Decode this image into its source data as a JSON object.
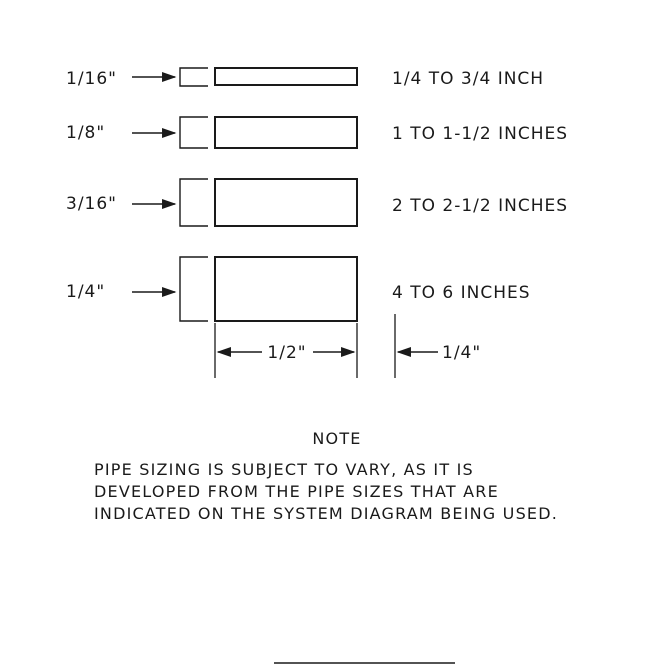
{
  "rows": [
    {
      "thickness": "1/16\"",
      "pipe_range": "1/4 TO 3/4 INCH"
    },
    {
      "thickness": "1/8\"",
      "pipe_range": "1 TO 1-1/2 INCHES"
    },
    {
      "thickness": "3/16\"",
      "pipe_range": "2 TO 2-1/2 INCHES"
    },
    {
      "thickness": "1/4\"",
      "pipe_range": "4 TO 6 INCHES"
    }
  ],
  "dimensions": {
    "width_label": "1/2\"",
    "depth_label": "1/4\""
  },
  "note": {
    "heading": "NOTE",
    "lines": [
      "PIPE SIZING IS SUBJECT TO VARY, AS IT IS",
      "DEVELOPED FROM THE PIPE SIZES THAT ARE",
      "INDICATED ON THE SYSTEM DIAGRAM BEING USED."
    ]
  }
}
